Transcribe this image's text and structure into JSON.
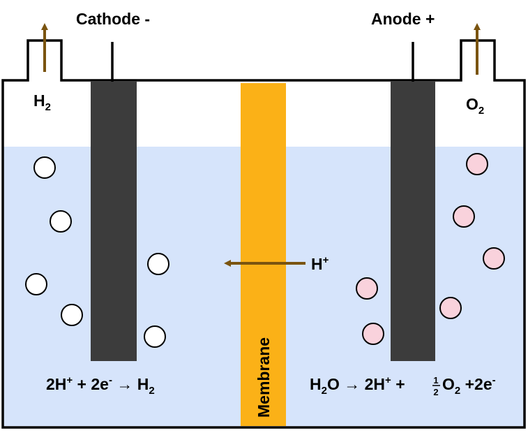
{
  "labels": {
    "cathode": "Cathode -",
    "anode": "Anode +",
    "h2_gas": {
      "base": "H",
      "sub": "2"
    },
    "o2_gas": {
      "base": "O",
      "sub": "2"
    },
    "membrane": "Membrane",
    "proton": {
      "base": "H",
      "sup": "+"
    }
  },
  "reactions": {
    "cathode": {
      "p1": "2H",
      "p1_sup": "+",
      "p2": " + 2e",
      "p2_sup": "-",
      "arrow": " → H",
      "p3_sub": "2"
    },
    "anode": {
      "p1": "H",
      "p1_sub": "2",
      "p2": "O → 2H",
      "p2_sup": "+",
      "p3": " + ",
      "frac_num": "1",
      "frac_den": "2",
      "p4": "O",
      "p4_sub": "2",
      "p5": " +2e",
      "p5_sup": "-"
    }
  },
  "colors": {
    "electrolyte": "#d6e4fb",
    "electrode": "#3c3c3c",
    "membrane": "#fbb117",
    "arrow": "#7a5410",
    "h2_bubble": "#ffffff",
    "o2_bubble": "#f9d2dc"
  }
}
